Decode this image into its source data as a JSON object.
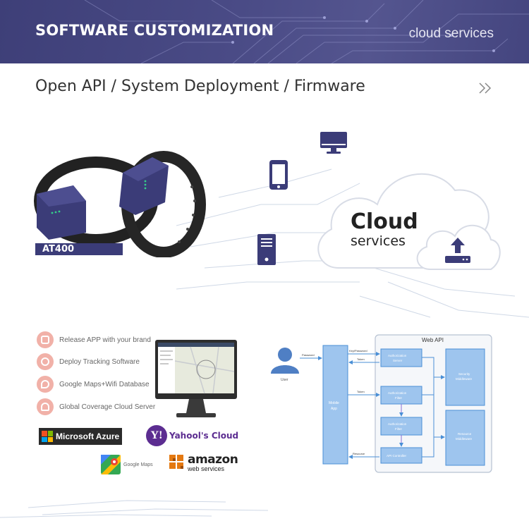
{
  "header": {
    "title": "SOFTWARE CUSTOMIZATION",
    "subtitle": "cloud services"
  },
  "section": {
    "heading": "Open API / System Deployment / Firmware"
  },
  "device": {
    "model": "AT400"
  },
  "cloud": {
    "title": "Cloud",
    "subtitle": "services"
  },
  "features": [
    {
      "label": "Release APP with your brand",
      "icon": "app-brand-icon"
    },
    {
      "label": "Deploy Tracking Software",
      "icon": "tracking-icon"
    },
    {
      "label": "Google Maps+Wifi Database",
      "icon": "map-pin-icon"
    },
    {
      "label": "Global Coverage Cloud Server",
      "icon": "cloud-server-icon"
    }
  ],
  "logos": {
    "azure": "Microsoft Azure",
    "yahoo_mark": "Y!",
    "yahoo": "Yahool's Cloud",
    "google_maps": "Google Maps",
    "aws_main": "amazon",
    "aws_sub": "web services"
  },
  "diagram": {
    "title": "Web API",
    "user_label": "User",
    "mobile_app": [
      "Mobile",
      "App"
    ],
    "arrows": {
      "password": "Password",
      "key_password": "Key/Password",
      "token1": "Token",
      "token2": "Token",
      "resource": "Resource"
    },
    "boxes": {
      "auth_server": [
        "Authorization",
        "Server"
      ],
      "auth_filter1": [
        "Authorization",
        "Filter"
      ],
      "auth_filter2": [
        "Authorization",
        "Filter"
      ],
      "api_controller": "API Controller",
      "security": [
        "Security",
        "Middleware"
      ],
      "resource": [
        "Resource",
        "Middleware"
      ]
    }
  },
  "colors": {
    "banner": "#44457f",
    "diagram_box": "#9ec5ee",
    "diagram_border": "#4a8fd6",
    "feature_dot": "#f1b1a8"
  }
}
